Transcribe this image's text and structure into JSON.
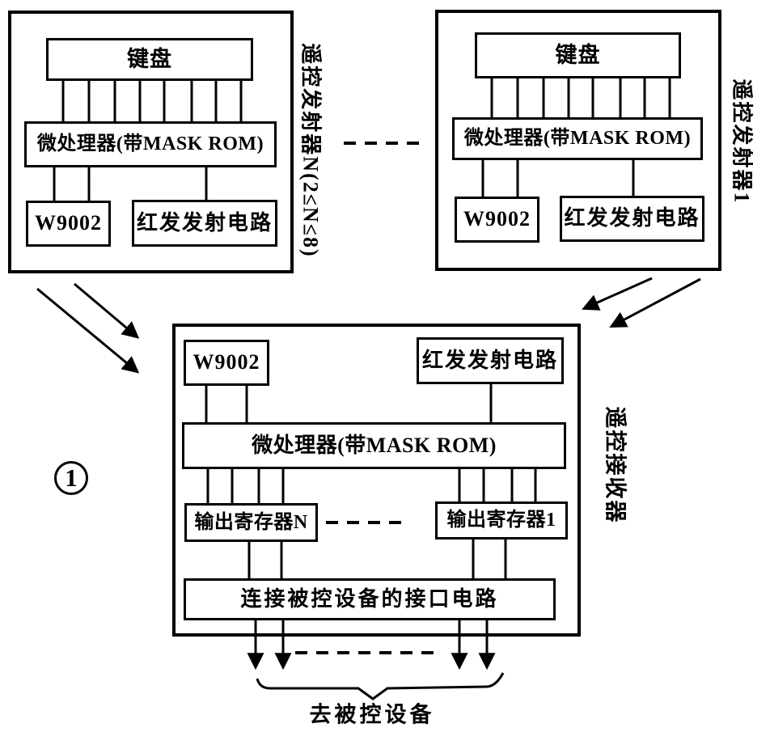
{
  "figure_number": "1",
  "blocks": {
    "transmitter_n": {
      "side_label": "遥控发射器N(2≤N≤8)",
      "keyboard": "键盘",
      "mcu": "微处理器(带MASK ROM)",
      "w9002": "W9002",
      "ir_circuit": "红发发射电路"
    },
    "transmitter_1": {
      "side_label": "遥控发射器1",
      "keyboard": "键盘",
      "mcu": "微处理器(带MASK ROM)",
      "w9002": "W9002",
      "ir_circuit": "红发发射电路"
    },
    "receiver": {
      "side_label": "遥控接收器",
      "w9002": "W9002",
      "ir_circuit": "红发发射电路",
      "mcu": "微处理器(带MASK ROM)",
      "output_register_n": "输出寄存器N",
      "output_register_1": "输出寄存器1",
      "interface": "连接被控设备的接口电路"
    }
  },
  "caption": {
    "to_devices": "去被控设备"
  },
  "colors": {
    "ink": "#000000",
    "paper": "#ffffff"
  }
}
